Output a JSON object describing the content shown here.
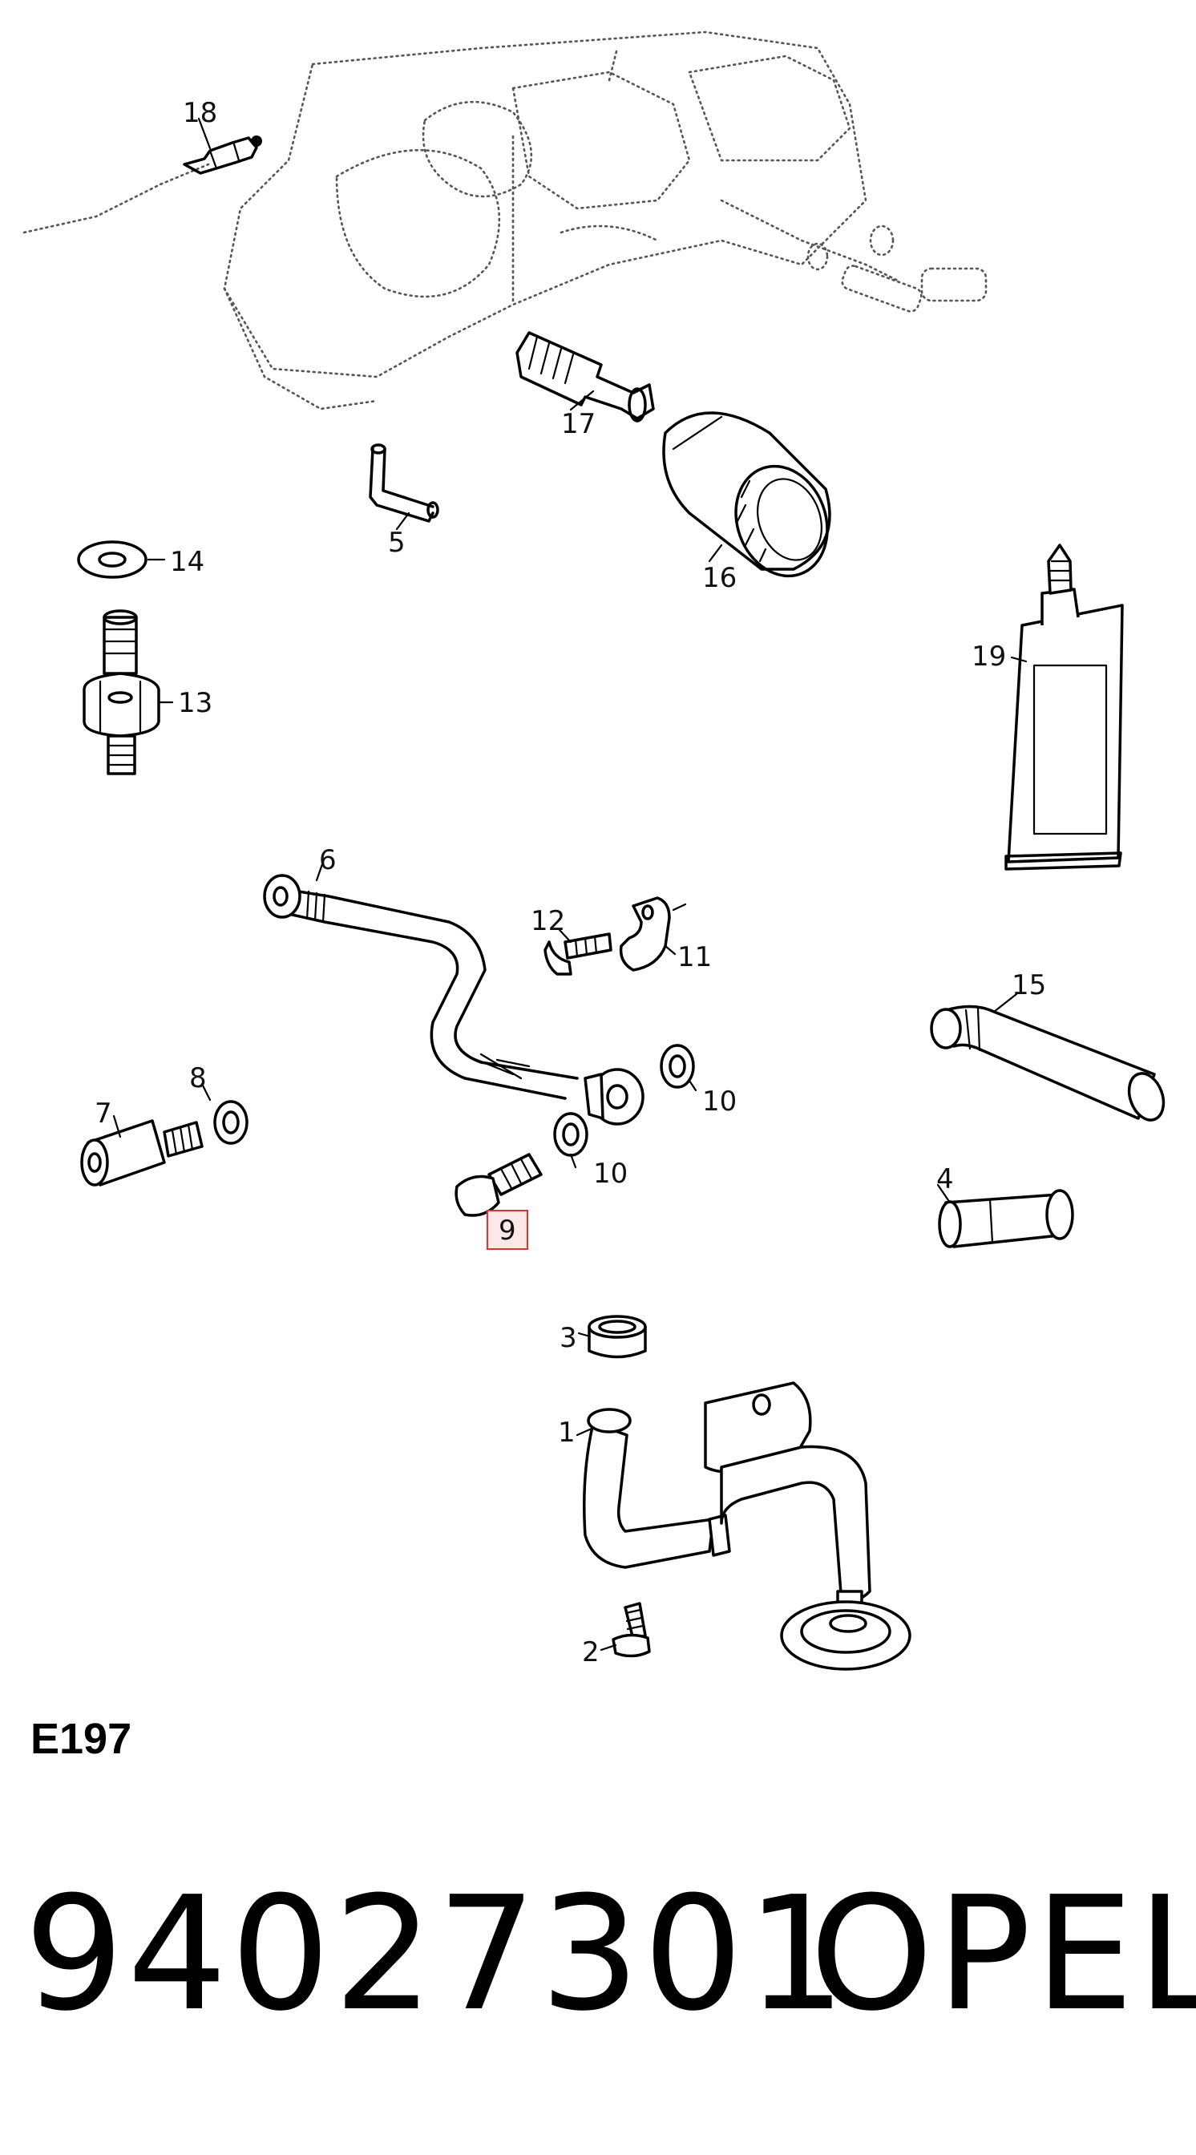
{
  "callouts": {
    "c1": "1",
    "c2": "2",
    "c3": "3",
    "c4": "4",
    "c5": "5",
    "c6": "6",
    "c7": "7",
    "c8": "8",
    "c9": "9",
    "c10a": "10",
    "c10b": "10",
    "c11": "11",
    "c12": "12",
    "c13": "13",
    "c14": "14",
    "c15": "15",
    "c16": "16",
    "c17": "17",
    "c18": "18",
    "c19": "19"
  },
  "highlight_color": "#e03030",
  "diagram_code": "E197",
  "part_number": "94027301",
  "brand": "OPEL"
}
